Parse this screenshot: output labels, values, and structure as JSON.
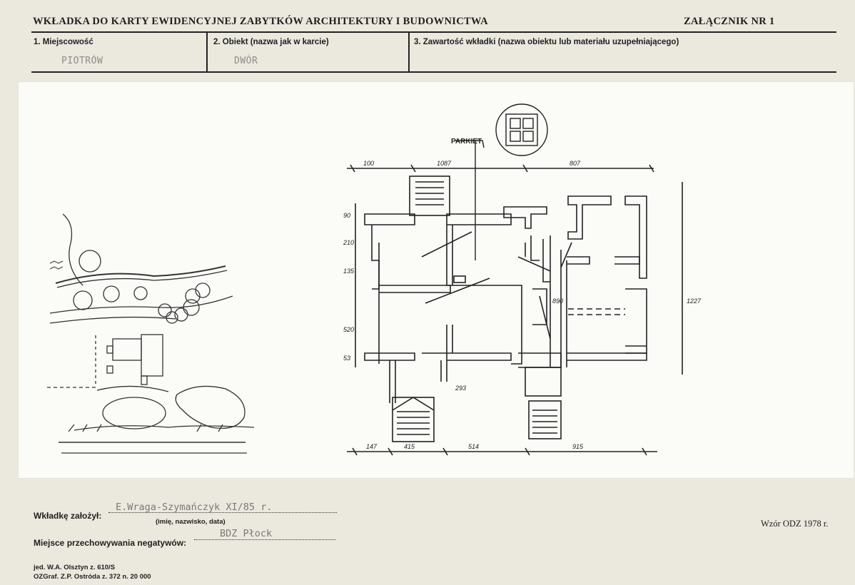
{
  "header": {
    "title": "WKŁADKA DO KARTY EWIDENCYJNEJ ZABYTKÓW ARCHITEKTURY I BUDOWNICTWA",
    "annex": "ZAŁĄCZNIK NR 1"
  },
  "fields": {
    "location_label": "1. Miejscowość",
    "location_value": "PIOTRÓW",
    "object_label": "2. Obiekt (nazwa jak w karcie)",
    "object_value": "DWÓR",
    "contents_label": "3. Zawartość wkładki (nazwa obiektu lub materiału uzupełniającego)"
  },
  "plan": {
    "parquet_label": "PARKIET",
    "dims_top": [
      "100",
      "1087",
      "807"
    ],
    "dims_bottom": [
      "147",
      "415",
      "514",
      "915"
    ],
    "dims_left": [
      "90",
      "210",
      "135",
      "520",
      "53"
    ],
    "dim_right": "1227",
    "dim_inner": "890",
    "dim_porch": "293"
  },
  "footer": {
    "founder_label": "Wkładkę założył:",
    "founder_value": "E.Wraga-Szymańczyk XI/85 r.",
    "founder_hint": "(imię, nazwisko, data)",
    "negatives_label": "Miejsce przechowywania negatywów:",
    "negatives_value": "BDZ Płock",
    "pattern": "Wzór ODZ 1978 r.",
    "print_line1": "jed. W.A. Olsztyn z. 610/S",
    "print_line2": "OZGraf. Z.P. Ostróda z. 372 n. 20 000"
  }
}
